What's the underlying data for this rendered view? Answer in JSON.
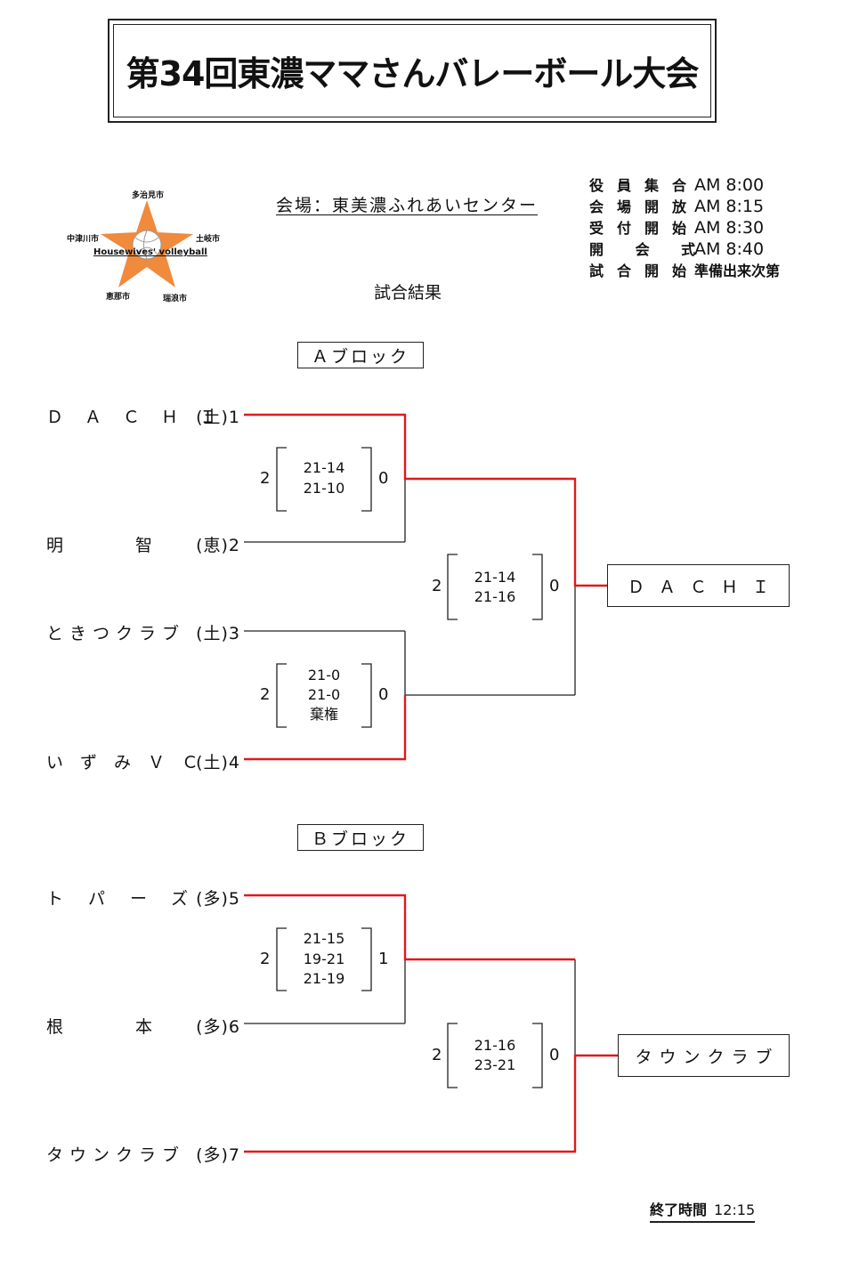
{
  "title": "第34回東濃ママさんバレーボール大会",
  "venue": "会場：東美濃ふれあいセンター",
  "results_label": "試合結果",
  "logo": {
    "top": "多治見市",
    "left": "中津川市",
    "right": "土岐市",
    "bottom_left": "恵那市",
    "bottom_right": "瑞浪市",
    "caption": "Housewives' volleyball",
    "star_color": "#f08a3c",
    "ball_icon": "volleyball-icon"
  },
  "schedule": [
    {
      "label": "役員集合",
      "time": "AM 8:00"
    },
    {
      "label": "会場開放",
      "time": "AM 8:15"
    },
    {
      "label": "受付開始",
      "time": "AM 8:30"
    },
    {
      "label": "開 会 式",
      "time": "AM 8:40"
    },
    {
      "label": "試合開始",
      "time": "準備出来次第"
    }
  ],
  "block_a": {
    "label": "Ａブロック",
    "teams": [
      {
        "name": "ＤＡＣＨＩ",
        "suffix": "(土)1"
      },
      {
        "name": "明　　　智",
        "suffix": "(恵)2"
      },
      {
        "name": "ときつクラブ",
        "suffix": "(土)3"
      },
      {
        "name": "いずみＶＣ",
        "suffix": "(土)4"
      }
    ],
    "matches": [
      {
        "left": "2",
        "right": "0",
        "sets": [
          "21-14",
          "21-10"
        ]
      },
      {
        "left": "2",
        "right": "0",
        "sets": [
          "21-0",
          "21-0",
          "棄権"
        ]
      },
      {
        "left": "2",
        "right": "0",
        "sets": [
          "21-14",
          "21-16"
        ]
      }
    ],
    "winner": "ＤＡＣＨＩ"
  },
  "block_b": {
    "label": "Ｂブロック",
    "teams": [
      {
        "name": "トパーズ",
        "suffix": "(多)5"
      },
      {
        "name": "根　　　本",
        "suffix": "(多)6"
      },
      {
        "name": "タウンクラブ",
        "suffix": "(多)7"
      }
    ],
    "matches": [
      {
        "left": "2",
        "right": "1",
        "sets": [
          "21-15",
          "19-21",
          "21-19"
        ]
      },
      {
        "left": "2",
        "right": "0",
        "sets": [
          "21-16",
          "23-21"
        ]
      }
    ],
    "winner": "タウンクラブ"
  },
  "end_time_label": "終了時間",
  "end_time": "12:15",
  "colors": {
    "winner_line": "#e0191d",
    "line": "#222222"
  }
}
